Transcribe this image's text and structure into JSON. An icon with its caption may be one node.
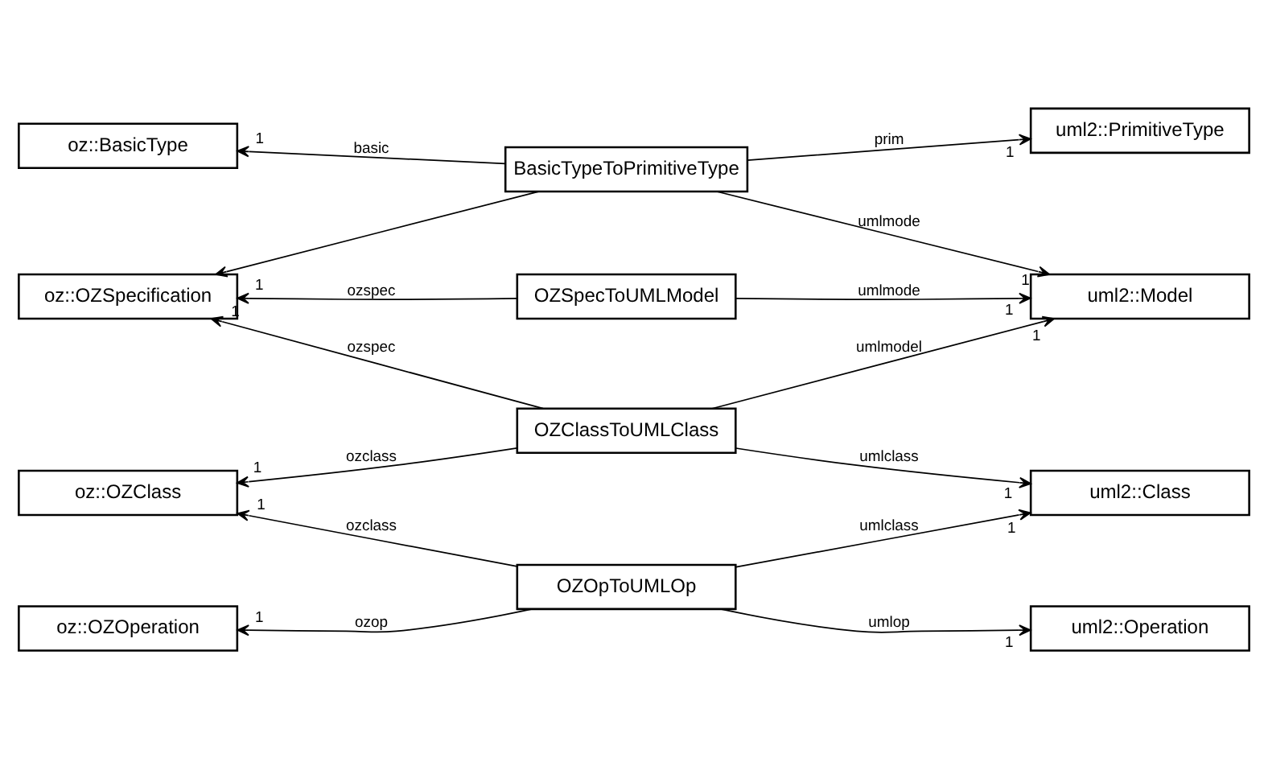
{
  "diagram": {
    "nodes": [
      {
        "text": [
          "oz::BasicType"
        ]
      },
      {
        "text": [
          "uml2::PrimitiveType"
        ]
      },
      {
        "text": [
          "BasicTypeToPrimitiveType"
        ]
      },
      {
        "text": [
          "OZSpecToUMLModel"
        ]
      },
      {
        "text": [
          "oz::OZSpecification"
        ]
      },
      {
        "text": [
          "uml2::Model"
        ]
      },
      {
        "text": [
          "OZClassToUMLClass"
        ]
      },
      {
        "text": [
          "oz::OZClass"
        ]
      },
      {
        "text": [
          "uml2::Class"
        ]
      },
      {
        "text": [
          "OZOpToUMLOp"
        ]
      },
      {
        "text": [
          "oz::OZOperation"
        ]
      },
      {
        "text": [
          "uml2::Operation"
        ]
      }
    ],
    "edges": [
      {
        "from": 2,
        "to": 0,
        "arrow": "to",
        "label": "basic"
      },
      {
        "from": 2,
        "to": 1,
        "arrow": "to",
        "label": "prim"
      },
      {
        "from": 2,
        "to": 4,
        "arrow": "to"
      },
      {
        "from": 2,
        "to": 5,
        "arrow": "to",
        "label": "umlmode"
      },
      {
        "from": 3,
        "to": 4,
        "arrow": "to",
        "label": "ozspec"
      },
      {
        "from": 3,
        "to": 5,
        "arrow": "to",
        "label": "umlmode"
      },
      {
        "from": 6,
        "to": 4,
        "arrow": "to",
        "label": "ozspec"
      },
      {
        "from": 6,
        "to": 5,
        "arrow": "to",
        "label": "umlmodel"
      },
      {
        "from": 6,
        "to": 7,
        "arrow": "to",
        "label": "ozclass"
      },
      {
        "from": 6,
        "to": 8,
        "arrow": "to",
        "label": "umlclass"
      },
      {
        "from": 9,
        "to": 7,
        "arrow": "to",
        "label": "ozclass"
      },
      {
        "from": 9,
        "to": 8,
        "arrow": "to",
        "label": "umlclass"
      },
      {
        "from": 9,
        "to": 10,
        "arrow": "to",
        "label": "ozop"
      },
      {
        "from": 9,
        "to": 11,
        "arrow": "to",
        "label": "umlop"
      }
    ],
    "labels": [
      "1",
      "1",
      "1",
      "1",
      "1",
      "1",
      "1",
      "1",
      "1",
      "1",
      "1",
      "1",
      "1"
    ]
  }
}
